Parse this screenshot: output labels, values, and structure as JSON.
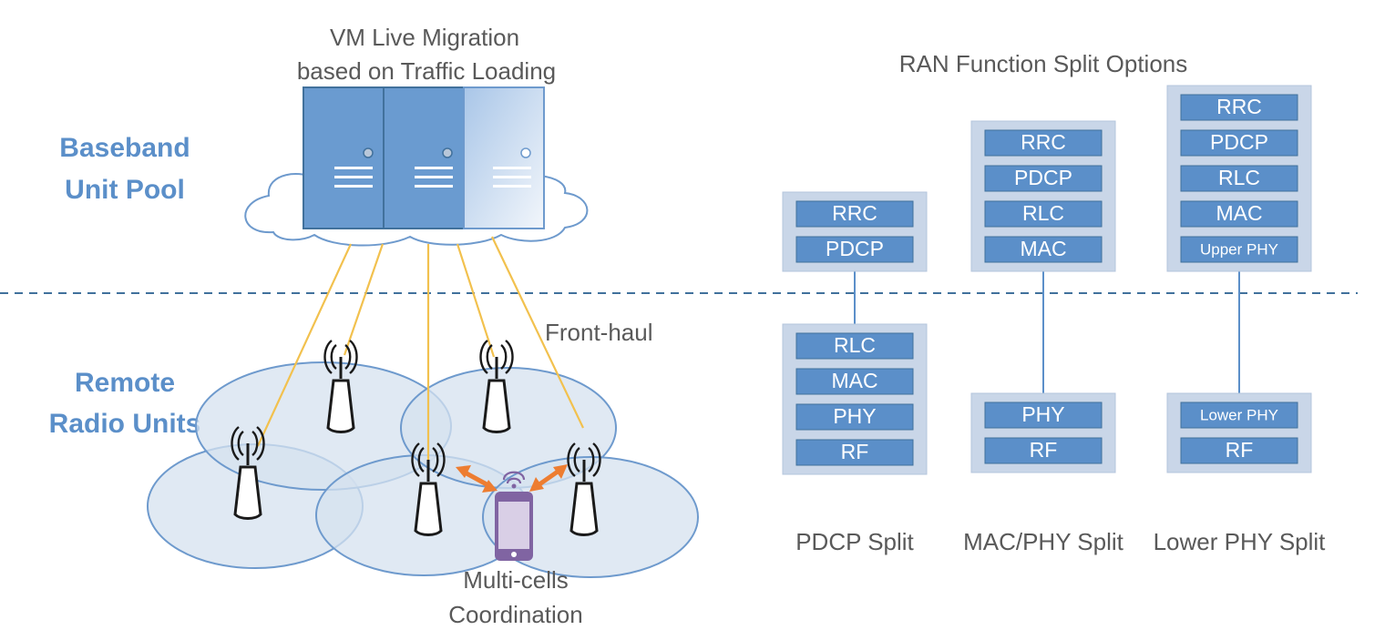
{
  "left": {
    "migration_title_line1": "VM Live Migration",
    "migration_title_line2": "based on Traffic Loading",
    "bbu_label_line1": "Baseband",
    "bbu_label_line2": "Unit Pool",
    "rru_label_line1": "Remote",
    "rru_label_line2": "Radio Units",
    "fronthaul_label": "Front-haul",
    "coord_label_line1": "Multi-cells",
    "coord_label_line2": "Coordination"
  },
  "right": {
    "title": "RAN Function Split Options",
    "splits": [
      {
        "name": "PDCP Split",
        "upper": [
          "RRC",
          "PDCP"
        ],
        "lower": [
          "RLC",
          "MAC",
          "PHY",
          "RF"
        ]
      },
      {
        "name": "MAC/PHY Split",
        "upper": [
          "RRC",
          "PDCP",
          "RLC",
          "MAC"
        ],
        "lower": [
          "PHY",
          "RF"
        ]
      },
      {
        "name": "Lower PHY Split",
        "upper": [
          "RRC",
          "PDCP",
          "RLC",
          "MAC",
          "Upper PHY"
        ],
        "lower": [
          "Lower PHY",
          "RF"
        ]
      }
    ]
  },
  "colors": {
    "layer_fill": "#5b8fc9",
    "stack_frame": "#c9d6e8",
    "label_blue": "#5b8fc9",
    "fronthaul_line": "#f2c14e",
    "cell_fill": "#d6e1ef",
    "cell_stroke": "#6e9acd",
    "arrow": "#ed7d31",
    "phone": "#8064a2",
    "divider": "#41719c"
  },
  "icons": [
    "server-rack-icon",
    "cloud-icon",
    "antenna-tower-icon",
    "smartphone-icon",
    "double-arrow-icon"
  ]
}
